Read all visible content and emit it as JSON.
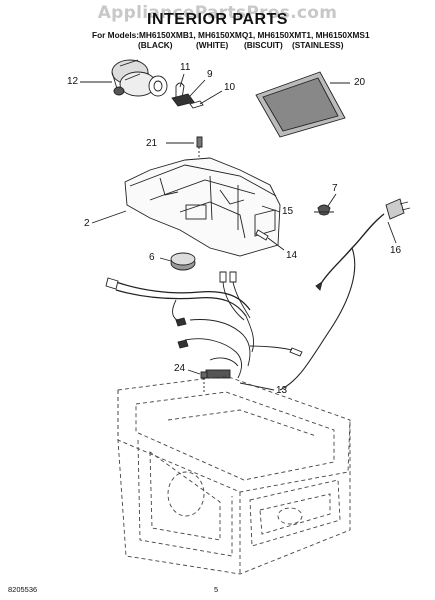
{
  "header": {
    "watermark": "AppliancePartsPros.com",
    "title": "INTERIOR PARTS",
    "models_line": "For Models:MH6150XMB1, MH6150XMQ1, MH6150XMT1, MH6150XMS1",
    "finishes": [
      "(BLACK)",
      "(WHITE)",
      "(BISCUIT)",
      "(STAINLESS)"
    ]
  },
  "callouts": {
    "c2": "2",
    "c6": "6",
    "c7": "7",
    "c9": "9",
    "c10": "10",
    "c11": "11",
    "c12": "12",
    "c13": "13",
    "c14": "14",
    "c15": "15",
    "c16": "16",
    "c20": "20",
    "c21": "21",
    "c24": "24"
  },
  "footer": {
    "doc_number": "8205536",
    "page_number": "5"
  }
}
